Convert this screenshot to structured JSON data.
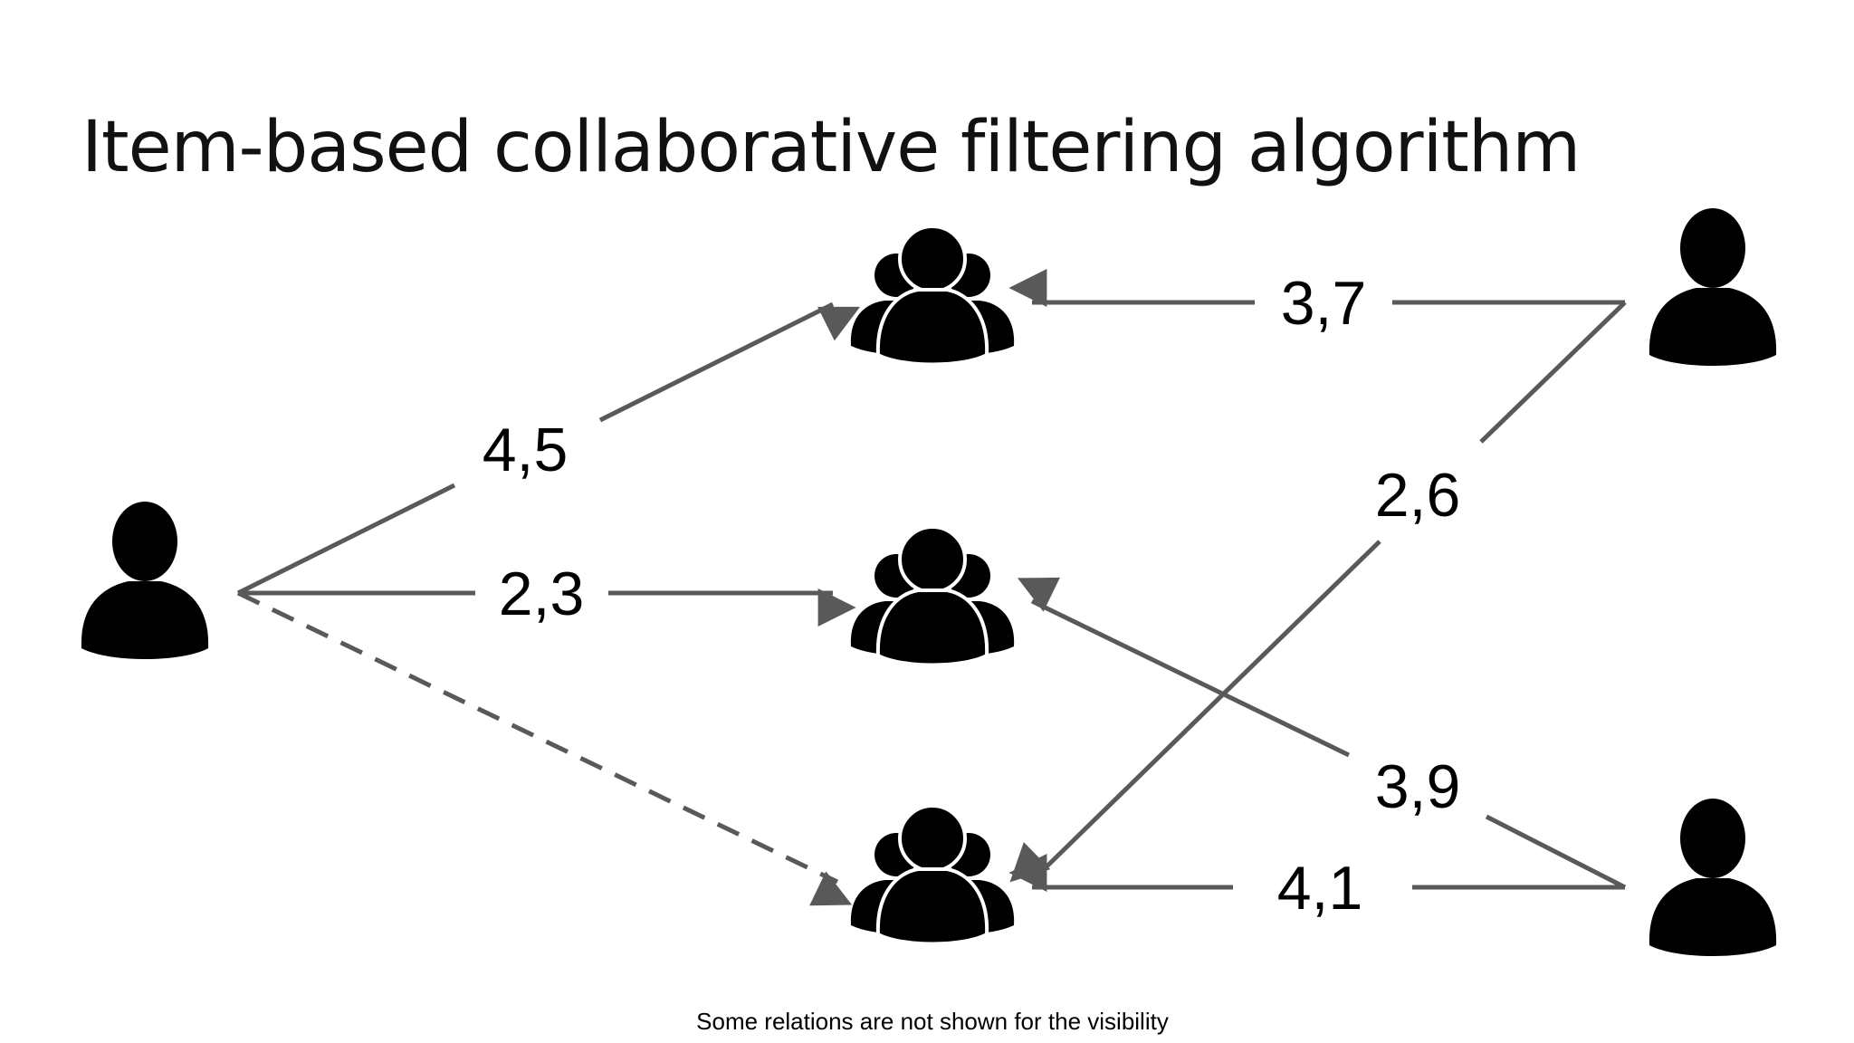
{
  "title": "Item-based collaborative filtering algorithm",
  "footnote": "Some relations are not shown for the visibility",
  "colors": {
    "edge": "#595959",
    "icon": "#000000",
    "text": "#000000"
  },
  "nodes": {
    "target_user": {
      "icon": "person-icon"
    },
    "user_top_right": {
      "icon": "person-icon"
    },
    "user_bottom_right": {
      "icon": "person-icon"
    },
    "item_top": {
      "icon": "group-icon"
    },
    "item_middle": {
      "icon": "group-icon"
    },
    "item_bottom": {
      "icon": "group-icon"
    }
  },
  "edges": {
    "target_to_top": {
      "from": "target_user",
      "to": "item_top",
      "label": "4,5",
      "style": "solid"
    },
    "target_to_middle": {
      "from": "target_user",
      "to": "item_middle",
      "label": "2,3",
      "style": "solid"
    },
    "target_to_bottom": {
      "from": "target_user",
      "to": "item_bottom",
      "label": "",
      "style": "dashed"
    },
    "topright_to_top": {
      "from": "user_top_right",
      "to": "item_top",
      "label": "3,7",
      "style": "solid"
    },
    "topright_to_bottom": {
      "from": "user_top_right",
      "to": "item_bottom",
      "label": "2,6",
      "style": "solid"
    },
    "bottomright_to_middle": {
      "from": "user_bottom_right",
      "to": "item_middle",
      "label": "3,9",
      "style": "solid"
    },
    "bottomright_to_bottom": {
      "from": "user_bottom_right",
      "to": "item_bottom",
      "label": "4,1",
      "style": "solid"
    }
  }
}
